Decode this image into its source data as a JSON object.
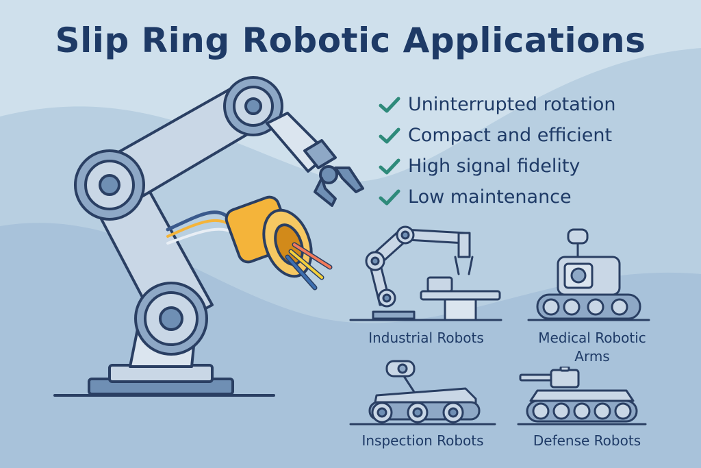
{
  "title": "Slip Ring Robotic Applications",
  "features": [
    "Uninterrupted rotation",
    "Compact and efficient",
    "High signal fidelity",
    "Low maintenance"
  ],
  "applications": [
    {
      "label": "Industrial Robots"
    },
    {
      "label": "Medical Robotic Arms"
    },
    {
      "label": "Inspection Robots"
    },
    {
      "label": "Defense Robots"
    }
  ],
  "colors": {
    "title": "#1e3a66",
    "check": "#2e8a7a",
    "slip_ring": "#f4b43a",
    "outline": "#2a3f63",
    "arm_light": "#c9d7e6",
    "arm_mid": "#8ea8c6"
  }
}
